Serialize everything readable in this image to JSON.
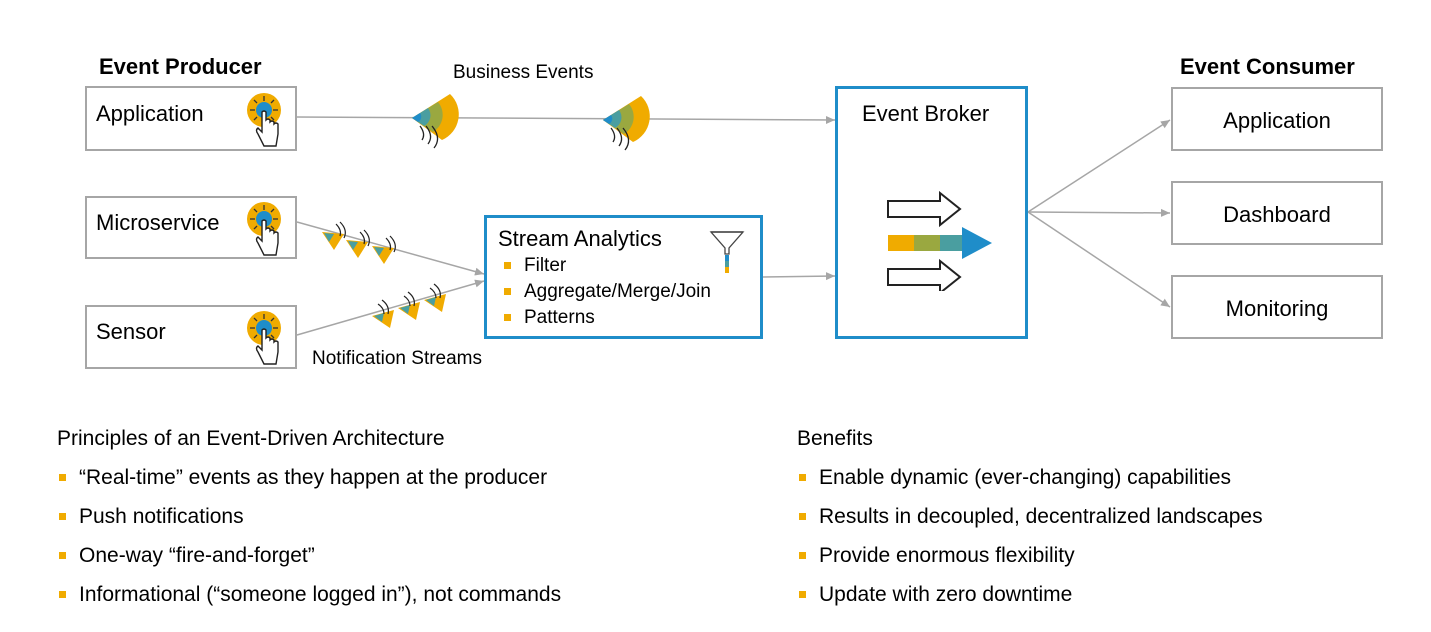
{
  "producer": {
    "heading": "Event Producer",
    "items": [
      {
        "label": "Application"
      },
      {
        "label": "Microservice"
      },
      {
        "label": "Sensor"
      }
    ]
  },
  "consumer": {
    "heading": "Event Consumer",
    "items": [
      {
        "label": "Application"
      },
      {
        "label": "Dashboard"
      },
      {
        "label": "Monitoring"
      }
    ]
  },
  "broker": {
    "title": "Event Broker"
  },
  "stream_analytics": {
    "title": "Stream Analytics",
    "items": [
      "Filter",
      "Aggregate/Merge/Join",
      "Patterns"
    ]
  },
  "flows": {
    "business_events": "Business Events",
    "notification_streams": "Notification Streams"
  },
  "principles": {
    "title": "Principles of an Event-Driven Architecture",
    "items": [
      "“Real-time” events as they happen at the producer",
      "Push notifications",
      "One-way “fire-and-forget”",
      "Informational (“someone logged in”), not commands"
    ]
  },
  "benefits": {
    "title": "Benefits",
    "items": [
      "Enable dynamic (ever-changing) capabilities",
      "Results in decoupled, decentralized landscapes",
      "Provide enormous flexibility",
      "Update with zero downtime"
    ]
  },
  "colors": {
    "accent_blue": "#1f8dc9",
    "bullet_gold": "#f0ab00",
    "box_border": "#a6a6a6",
    "connector": "#a6a6a6"
  },
  "icons": [
    "touch-icon",
    "signal-wave-icon",
    "funnel-icon",
    "arrow-stack-icon"
  ]
}
